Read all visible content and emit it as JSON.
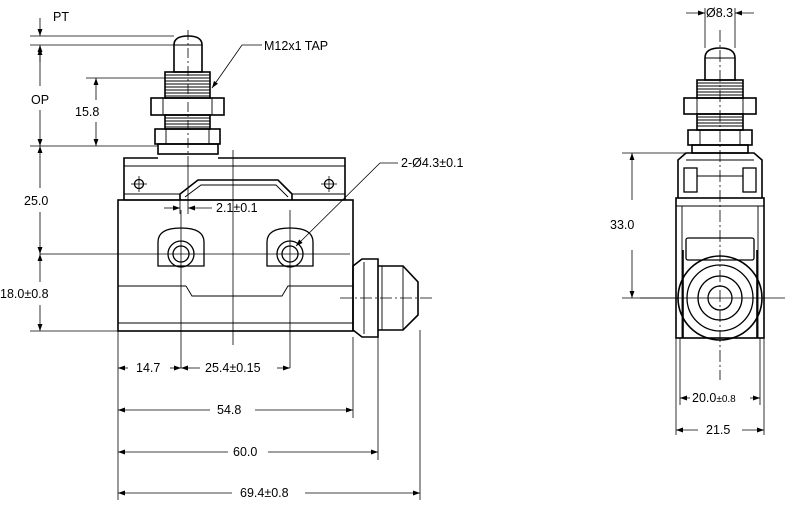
{
  "labels": {
    "pt": "PT",
    "op": "OP",
    "tap": "M12x1 TAP",
    "d15_8": "15.8",
    "d25_0": "25.0",
    "d18_0": "18.0±0.8",
    "d2_1": "2.1±0.1",
    "holes": "2-Ø4.3±0.1",
    "d14_7": "14.7",
    "d25_4": "25.4±0.15",
    "d54_8": "54.8",
    "d60_0": "60.0",
    "d69_4": "69.4±0.8",
    "d8_3": "Ø8.3",
    "d33_0": "33.0",
    "d20_0_main": "20.0",
    "d20_0_tol": "±0.8",
    "d21_5": "21.5"
  }
}
